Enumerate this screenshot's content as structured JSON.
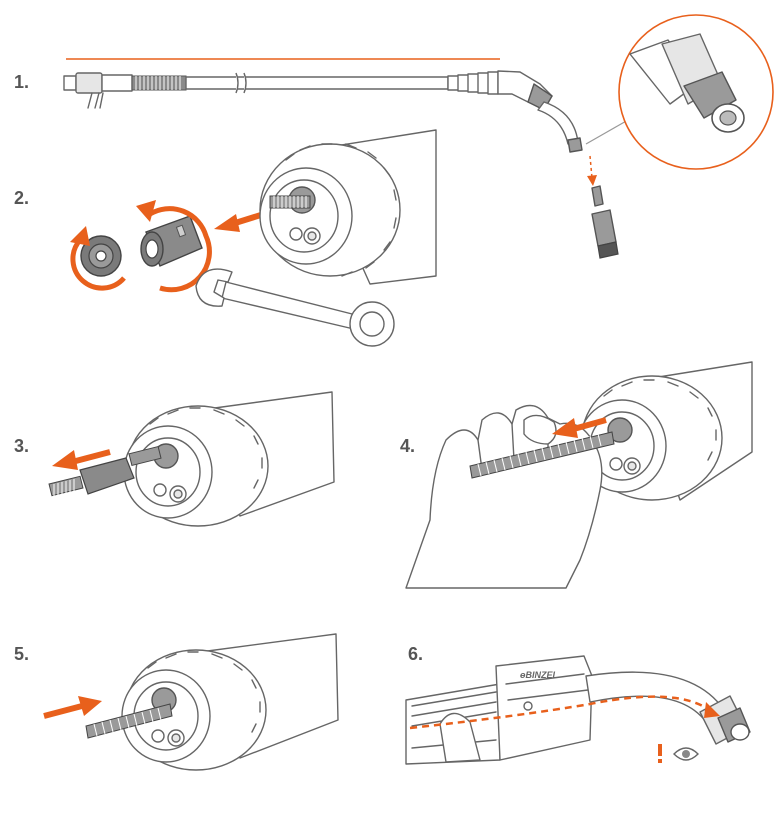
{
  "accent_color": "#e8601c",
  "line_color": "#666666",
  "steps": [
    {
      "label": "1."
    },
    {
      "label": "2."
    },
    {
      "label": "3."
    },
    {
      "label": "4."
    },
    {
      "label": "5."
    },
    {
      "label": "6."
    }
  ],
  "brand_text": "ɵBINZEL",
  "icons": {
    "warning": "exclamation-mark-icon",
    "inspect": "eye-icon",
    "rotate": "counterclockwise-arrow-icon",
    "direction": "arrow-icon"
  }
}
